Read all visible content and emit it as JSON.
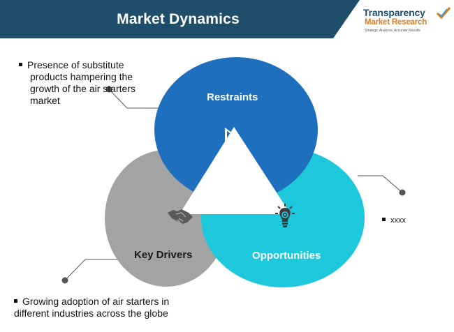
{
  "header": {
    "title": "Market Dynamics"
  },
  "logo": {
    "line1": "Transparency",
    "line2": "Market Research",
    "line3": "Strategic Analysis, Accurate Results"
  },
  "diagram": {
    "circles": [
      {
        "name": "Restraints",
        "color": "#1f6fbf"
      },
      {
        "name": "Key Drivers",
        "color": "#a3a3a3"
      },
      {
        "name": "Opportunities",
        "color": "#1ec8dc"
      }
    ],
    "center_color": "#ffffff",
    "icons": [
      "bar-chart-down-icon",
      "handshake-icon",
      "lightbulb-gear-icon"
    ]
  },
  "notes": {
    "restraints": {
      "line1": "Presence of substitute",
      "line2": "products hampering the",
      "line3": "growth of the air starters",
      "line4": "market"
    },
    "opportunities": "xxxx",
    "key_drivers": {
      "line1": "Growing adoption of air starters in",
      "line2": "different industries across the globe"
    }
  }
}
